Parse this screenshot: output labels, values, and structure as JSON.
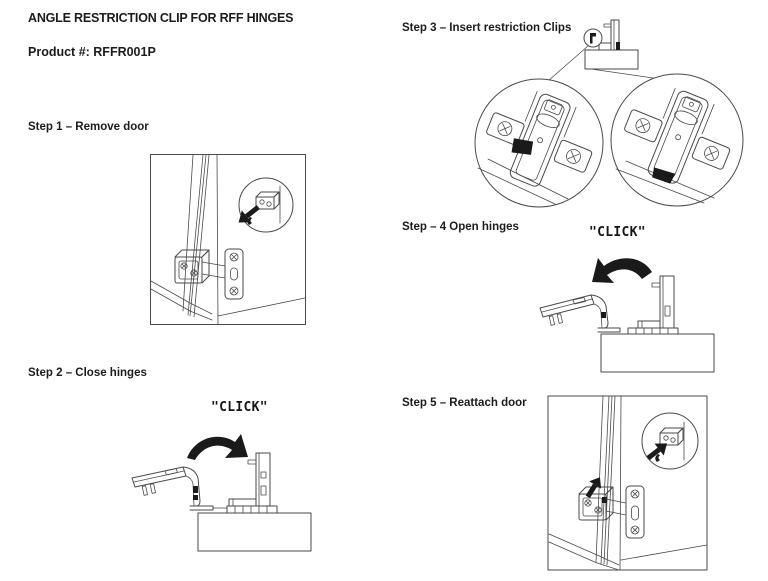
{
  "document": {
    "title": "ANGLE RESTRICTION CLIP FOR RFF HINGES",
    "product": "Product #: RFFR001P"
  },
  "steps": {
    "step1": {
      "label": "Step 1 – Remove door"
    },
    "step2": {
      "label": "Step 2 – Close hinges",
      "sound": "\"CLICK\""
    },
    "step3": {
      "label": "Step 3 – Insert restriction Clips"
    },
    "step4": {
      "label": "Step – 4 Open hinges",
      "sound": "\"CLICK\""
    },
    "step5": {
      "label": "Step 5 – Reattach door"
    }
  },
  "colors": {
    "ink": "#1c1c1c",
    "line": "#4a4a4a",
    "paper": "#ffffff"
  }
}
